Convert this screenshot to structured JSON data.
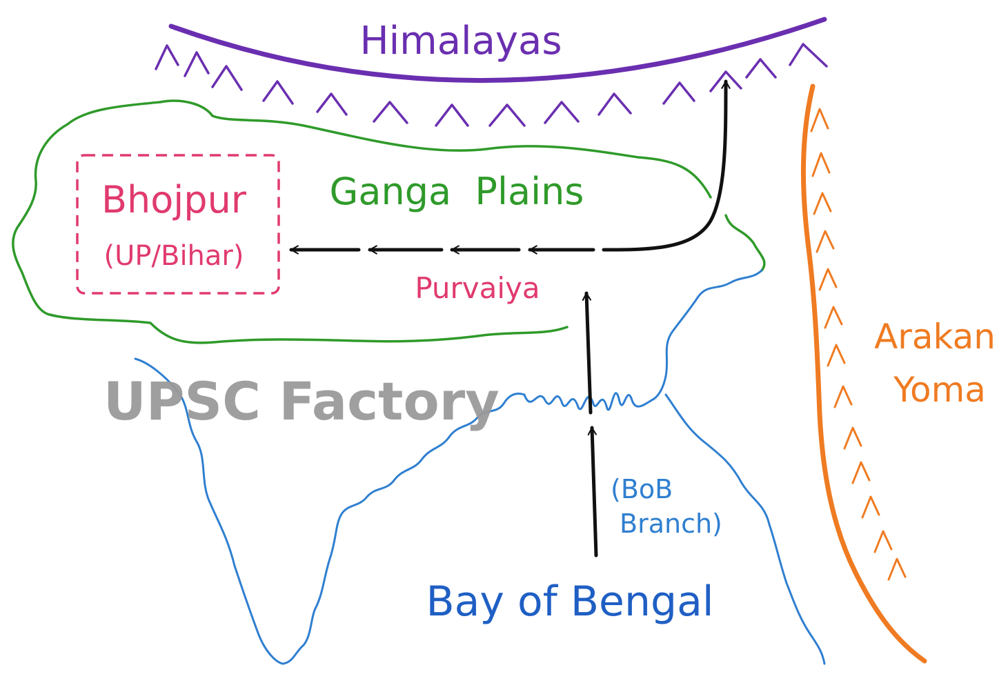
{
  "labels": {
    "himalayas": "Himalayas",
    "ganga_plains": "Ganga  Plains",
    "bhojpur": "Bhojpur",
    "bhojpur_sub": "(UP/Bihar)",
    "purvaiya": "Purvaiya",
    "arakan_line1": "Arakan",
    "arakan_line2": "Yoma",
    "bob_line1": "(BoB",
    "bob_line2": "Branch)",
    "bay_of_bengal": "Bay of Bengal"
  },
  "watermark": "UPSC Factory",
  "colors": {
    "himalayas": "#6a2fb0",
    "ganga_plains": "#2f9a2a",
    "bhojpur": "#e03a6e",
    "purvaiya": "#e03a6e",
    "arakan": "#ef7b22",
    "coastline": "#2f7fd0",
    "bay_text": "#1f5fc4",
    "arrows": "#111111",
    "watermark": "#9a9a9a"
  }
}
